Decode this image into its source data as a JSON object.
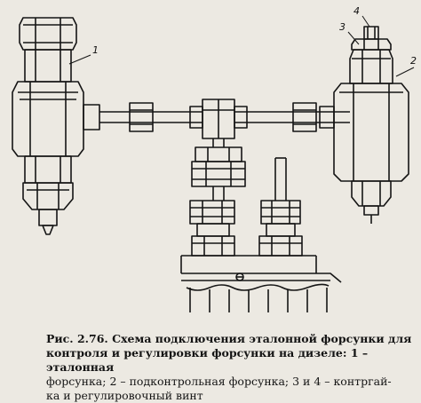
{
  "figure": {
    "labels": {
      "injector_reference": "1",
      "injector_tested": "2",
      "lock_nut": "3",
      "adjusting_screw": "4"
    }
  },
  "caption": {
    "lines": [
      "Рис. 2.76. Схема подключения эталонной форсунки для",
      "контроля и регулировки форсунки на дизеле: 1 – эталонная",
      "форсунка; 2 – подконтрольная форсунка; 3 и 4 – контргай-",
      "ка и регулировочный винт"
    ],
    "bold_lines": 2
  }
}
